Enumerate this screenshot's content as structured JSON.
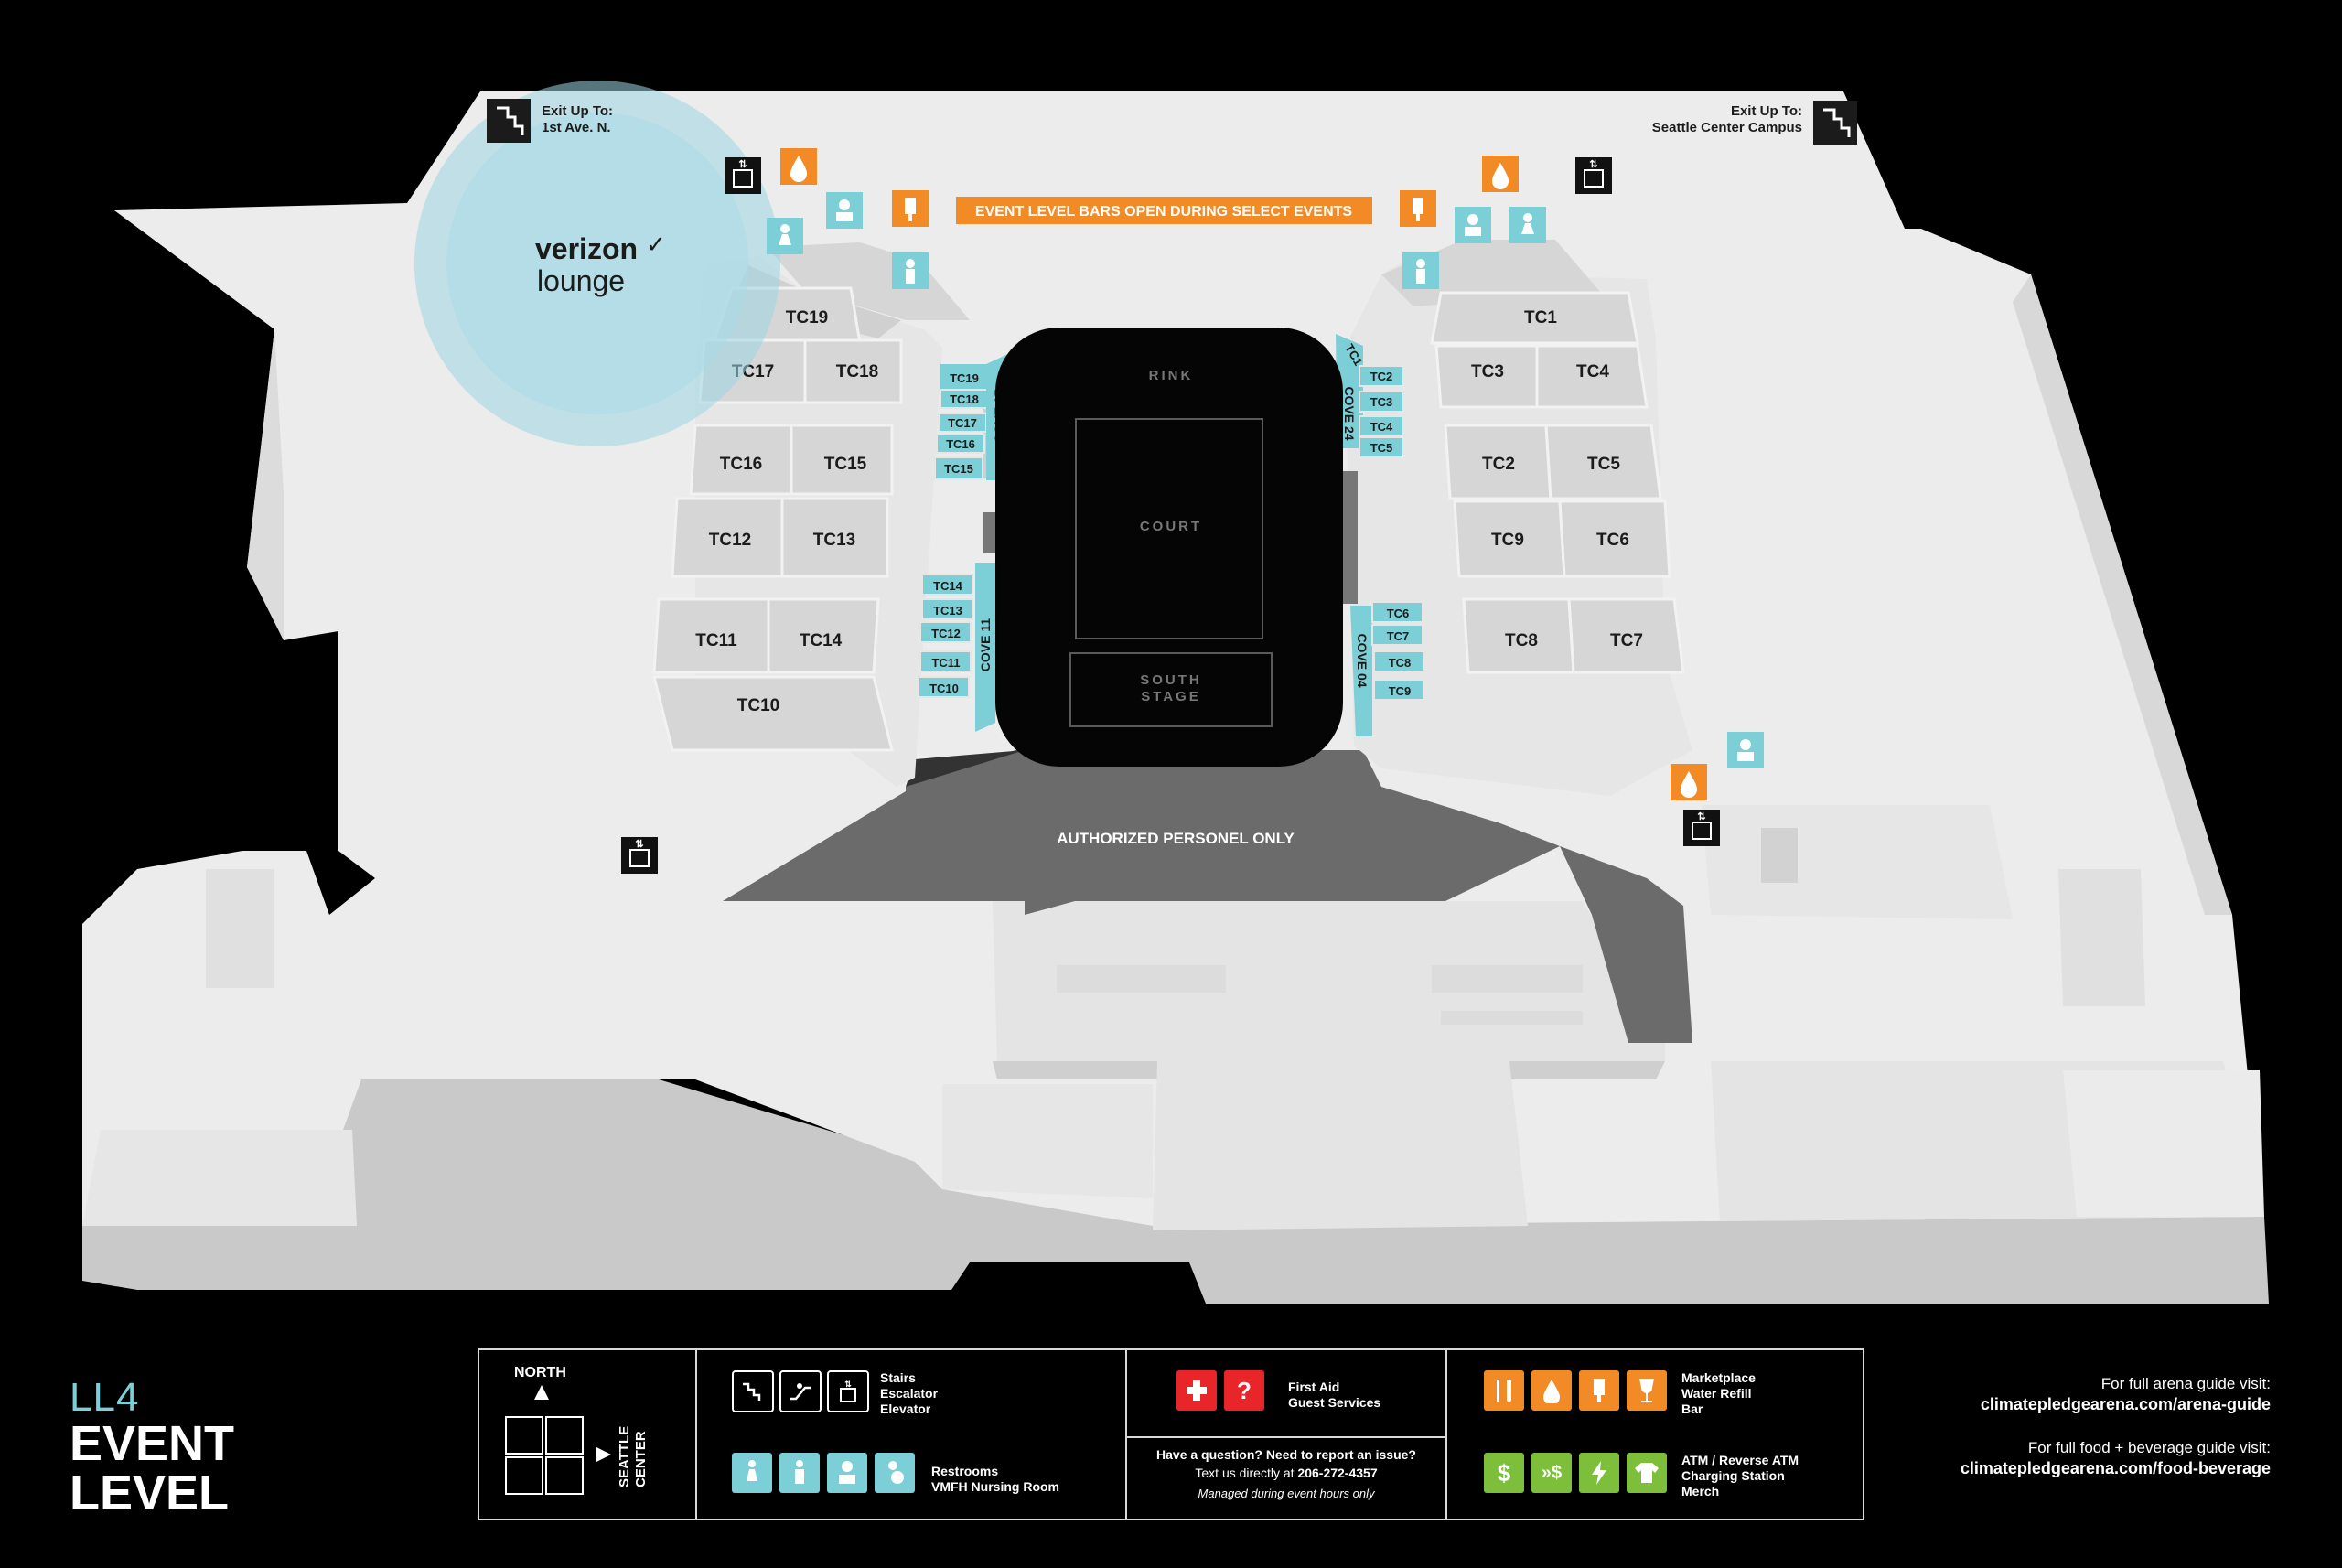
{
  "level_code": "LL4",
  "level_name_line1": "EVENT",
  "level_name_line2": "LEVEL",
  "banner": "EVENT LEVEL BARS OPEN DURING SELECT EVENTS",
  "restricted_area": "AUTHORIZED PERSONEL ONLY",
  "exits": {
    "left_line1": "Exit Up To:",
    "left_line2": "1st Ave. N.",
    "right_line1": "Exit Up To:",
    "right_line2": "Seattle Center Campus"
  },
  "lounge": {
    "brand": "verizon",
    "check": "✓",
    "word": "lounge"
  },
  "floor": {
    "rink": "RINK",
    "court": "COURT",
    "stage_line1": "SOUTH",
    "stage_line2": "STAGE"
  },
  "sections": {
    "TC19": "TC19",
    "TC17": "TC17",
    "TC18": "TC18",
    "TC16": "TC16",
    "TC15": "TC15",
    "TC12": "TC12",
    "TC13": "TC13",
    "TC11": "TC11",
    "TC14": "TC14",
    "TC10": "TC10",
    "TC1": "TC1",
    "TC3": "TC3",
    "TC4": "TC4",
    "TC2": "TC2",
    "TC5": "TC5",
    "TC9": "TC9",
    "TC6": "TC6",
    "TC8": "TC8",
    "TC7": "TC7"
  },
  "coves": {
    "cove17": {
      "name": "COVE 17",
      "tables": [
        "TC19",
        "TC18",
        "TC17",
        "TC16",
        "TC15"
      ]
    },
    "cove11": {
      "name": "COVE 11",
      "tables": [
        "TC14",
        "TC13",
        "TC12",
        "TC11",
        "TC10"
      ]
    },
    "cove24": {
      "name": "COVE 24",
      "tables": [
        "TC1",
        "TC2",
        "TC3",
        "TC4",
        "TC5"
      ]
    },
    "cove04": {
      "name": "COVE 04",
      "tables": [
        "TC6",
        "TC7",
        "TC8",
        "TC9"
      ]
    }
  },
  "legend": {
    "compass_north": "NORTH",
    "compass_seattle_center_line1": "SEATTLE",
    "compass_seattle_center_line2": "CENTER",
    "vertical": [
      "Stairs",
      "Escalator",
      "Elevator"
    ],
    "restrooms": [
      "Restrooms",
      "VMFH Nursing Room"
    ],
    "services": [
      "First Aid",
      "Guest Services"
    ],
    "question_line1": "Have a question? Need to report an issue?",
    "question_line2_prefix": "Text us directly at ",
    "question_phone": "206-272-4357",
    "question_line3": "Managed during event hours only",
    "food": [
      "Marketplace",
      "Water Refill",
      "Bar"
    ],
    "money": [
      "ATM / Reverse ATM",
      "Charging Station",
      "Merch"
    ]
  },
  "links": {
    "arena_label": "For full arena guide visit:",
    "arena_url": "climatepledgearena.com/arena-guide",
    "food_label": "For full food + beverage guide visit:",
    "food_url": "climatepledgearena.com/food-beverage"
  },
  "colors": {
    "background": "#000000",
    "floor_light": "#ececec",
    "section_gray": "#d6d6d6",
    "restricted": "#6b6b6b",
    "teal": "#7ccfd6",
    "orange": "#f28a25",
    "red": "#e8262a",
    "green": "#7dbf3b"
  },
  "icons": [
    "stairs-icon",
    "escalator-icon",
    "elevator-icon",
    "water-drop-icon",
    "restroom-women-icon",
    "restroom-men-icon",
    "family-restroom-icon",
    "nursing-room-icon",
    "first-aid-icon",
    "guest-services-icon",
    "marketplace-icon",
    "bar-icon",
    "wine-icon",
    "atm-icon",
    "reverse-atm-icon",
    "charging-icon",
    "merch-icon"
  ]
}
